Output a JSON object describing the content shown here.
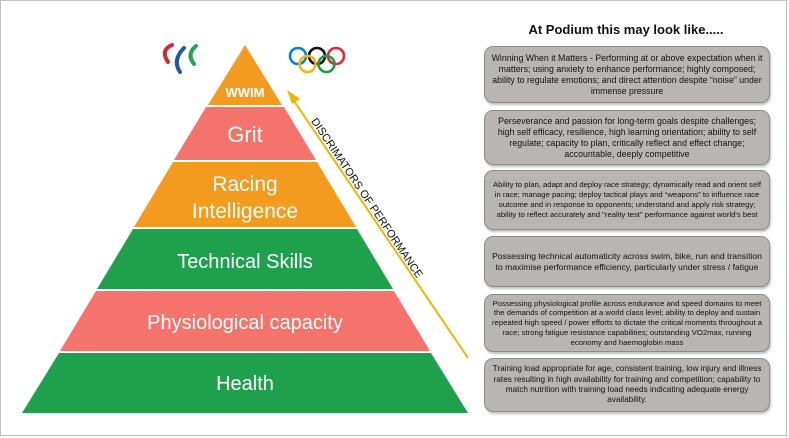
{
  "levels": [
    {
      "label": "WWIM",
      "color": "#f39b1f"
    },
    {
      "label": "Grit",
      "color": "#f4736c"
    },
    {
      "label": "Racing\nIntelligence",
      "label_line1": "Racing",
      "label_line2": "Intelligence",
      "color": "#f39b1f"
    },
    {
      "label": "Technical Skills",
      "color": "#1ea04d"
    },
    {
      "label": "Physiological capacity",
      "color": "#f4736c"
    },
    {
      "label": "Health",
      "color": "#1ea04d"
    }
  ],
  "arrow_label": "DISCRIMATORS OF PERFORMANCE",
  "arrow_color": "#f0b400",
  "heading": "At Podium this may look like.....",
  "descriptions": [
    "Winning When it Matters - Performing at or above expectation when it matters; using anxiety to enhance performance; highly composed;  ability to regulate emotions; and direct attention despite “noise” under immense pressure",
    "Perseverance and passion for long-term goals despite challenges; high self efficacy, resilience, high learning orientation; ability to self regulate; capacity to plan, critically reflect and effect change; accountable, deeply competitive",
    "Ability to plan, adapt and deploy race strategy; dynamically read and orient self in race; manage pacing; deploy tactical plays and “weapons” to influence race outcome and in response to opponents; understand and apply risk strategy; ability to reflect accurately and \"reality test\" performance against world's best",
    "Possessing technical automaticity across swim, bike, run and transition to maximise performance efficiency, particularly under stress / fatigue",
    "Possessing physiological profile across endurance and speed domains to meet the demands of competition at a world class level; ability to deploy and sustain repeated high speed / power efforts to dictate the critical moments throughout a race; strong fatigue resistance capabilities; outstanding VO2max, running economy and haemoglobin mass",
    "Training load appropriate for age, consistent training, low injury and illness rates resulting in high availability for training and competition; capability to match nutrition with training load needs indicating adequate energy availability."
  ],
  "logos": {
    "paralympic": "paralympic-agitos-logo",
    "olympic": "olympic-rings-logo"
  }
}
